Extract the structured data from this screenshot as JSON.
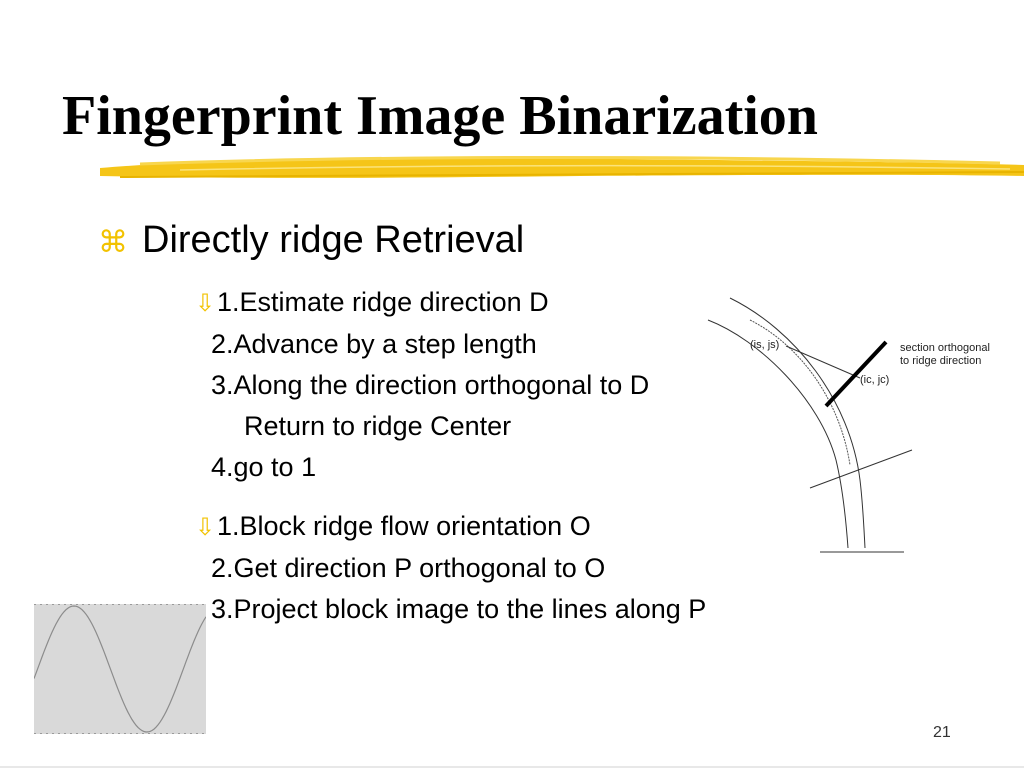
{
  "slide": {
    "title": "Fingerprint Image Binarization",
    "page_number": "21",
    "accent_color": "#f2c200"
  },
  "bullet": {
    "icon": "command-key-icon",
    "text": "Directly ridge Retrieval"
  },
  "group1": {
    "icon": "hollow-down-arrow-icon",
    "lines": [
      "1.Estimate ridge direction D",
      "2.Advance by a step length",
      "3.Along the direction orthogonal to D",
      "Return to ridge Center",
      "4.go to 1"
    ]
  },
  "group2": {
    "icon": "hollow-down-arrow-icon",
    "lines": [
      "1.Block ridge flow orientation O",
      "2.Get direction P orthogonal to O",
      "3.Project block image to the lines along P"
    ]
  },
  "diagram": {
    "label_is_js": "(is, js)",
    "label_ic_jc": "(ic, jc)",
    "label_section_1": "section orthogonal",
    "label_section_2": "to ridge direction"
  }
}
